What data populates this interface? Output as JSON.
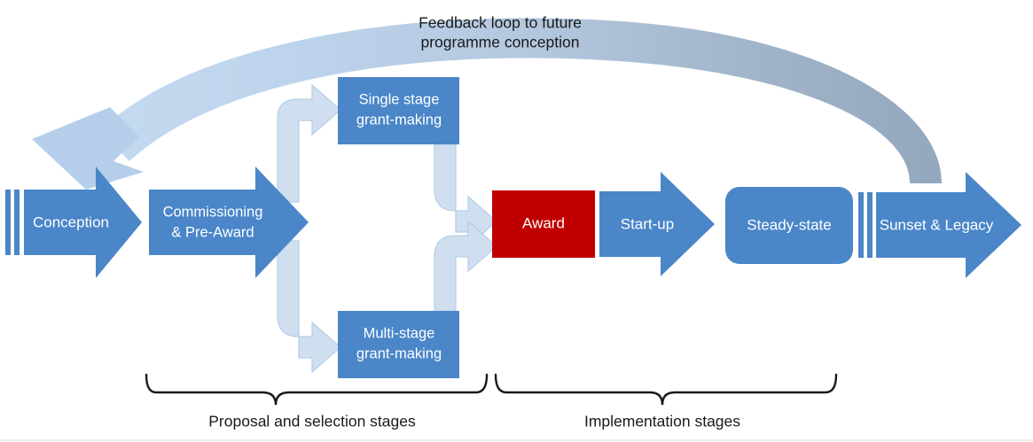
{
  "diagram": {
    "title": "Programme lifecycle flow diagram",
    "colors": {
      "primary_blue": "#4a86c8",
      "pale_blue": "#cfdff0",
      "feedback_light": "#b9d2ec",
      "feedback_dark": "#93a7bd",
      "award_red": "#c00000",
      "text_dark": "#1a1a1a",
      "text_light": "#ffffff",
      "background": "#ffffff"
    },
    "callout": {
      "name": "feedback-loop-callout",
      "line1": "Feedback loop to future",
      "line2": "programme conception"
    },
    "stages": [
      {
        "id": "conception",
        "label": "Conception",
        "shape": "chevron-arrow",
        "color": "#4a86c8",
        "group": "proposal"
      },
      {
        "id": "commissioning-pre-award",
        "label_line1": "Commissioning",
        "label_line2": "& Pre-Award",
        "shape": "chevron-arrow",
        "color": "#4a86c8",
        "group": "proposal"
      },
      {
        "id": "single-stage-grant-making",
        "label_line1": "Single stage",
        "label_line2": "grant-making",
        "shape": "rectangle",
        "color": "#4a86c8",
        "group": "proposal"
      },
      {
        "id": "multi-stage-grant-making",
        "label_line1": "Multi-stage",
        "label_line2": "grant-making",
        "shape": "rectangle",
        "color": "#4a86c8",
        "group": "proposal"
      },
      {
        "id": "award",
        "label": "Award",
        "shape": "rectangle",
        "color": "#c00000",
        "group": "implementation"
      },
      {
        "id": "start-up",
        "label": "Start-up",
        "shape": "chevron-arrow",
        "color": "#4a86c8",
        "group": "implementation"
      },
      {
        "id": "steady-state",
        "label": "Steady-state",
        "shape": "rounded-rectangle",
        "color": "#4a86c8",
        "group": "implementation"
      },
      {
        "id": "sunset-and-legacy",
        "label": "Sunset & Legacy",
        "shape": "chevron-arrow",
        "color": "#4a86c8",
        "group": "implementation"
      }
    ],
    "brackets": [
      {
        "id": "proposal-and-selection-stages",
        "label": "Proposal and selection stages"
      },
      {
        "id": "implementation-stages",
        "label": "Implementation stages"
      }
    ]
  }
}
